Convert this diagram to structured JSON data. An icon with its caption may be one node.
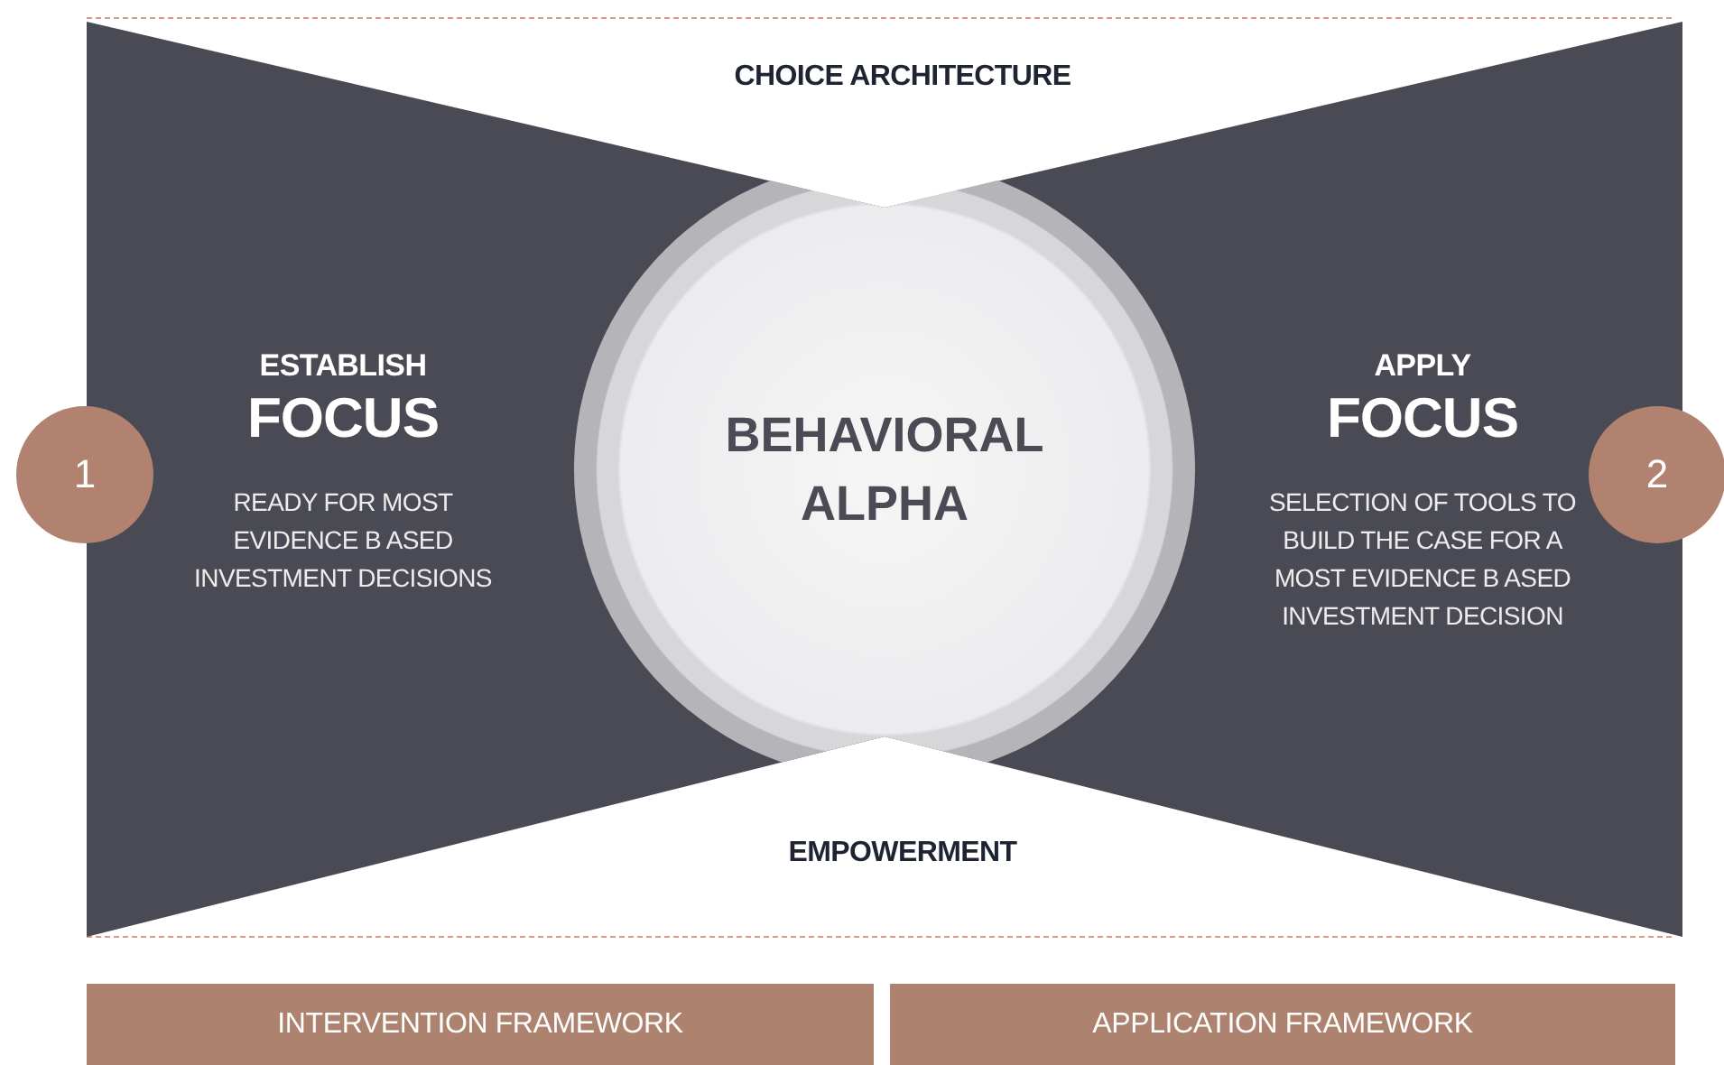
{
  "diagram": {
    "nodes": [
      {
        "text": [
          "ESTABLISH",
          "FOCUS",
          "READY FOR MOST EVIDENCE B ASED INVESTMENT DECISIONS"
        ]
      },
      {
        "text": [
          "APPLY",
          "FOCUS",
          "SELECTION OF TOOLS TO BUILD THE CASE FOR A MOST EVIDENCE B ASED INVESTMENT DECISION"
        ]
      },
      {
        "text": [
          "BEHAVIORAL ALPHA"
        ]
      },
      {
        "text": [
          "1"
        ]
      },
      {
        "text": [
          "2"
        ]
      },
      {
        "text": [
          "INTERVENTION FRAMEWORK"
        ]
      },
      {
        "text": [
          "APPLICATION FRAMEWORK"
        ]
      }
    ],
    "labels": [
      "CHOICE ARCHITECTURE",
      "EMPOWERMENT"
    ]
  }
}
